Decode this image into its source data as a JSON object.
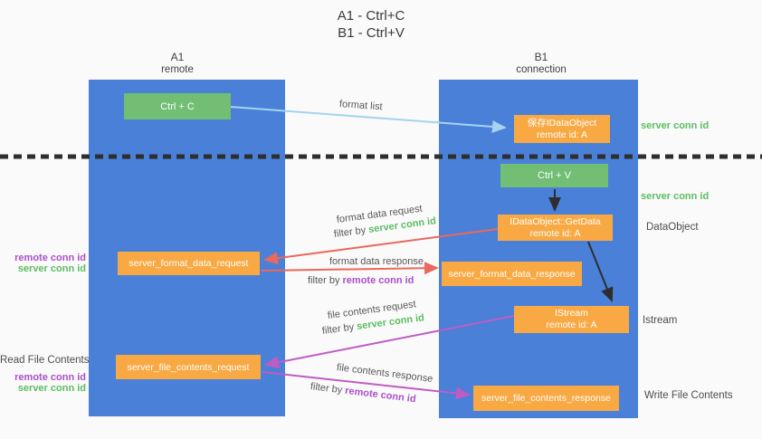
{
  "title": {
    "line1": "A1 - Ctrl+C",
    "line2": "B1 - Ctrl+V"
  },
  "lanes": {
    "left": {
      "name": "A1",
      "subtitle": "remote"
    },
    "right": {
      "name": "B1",
      "subtitle": "connection"
    }
  },
  "nodes": {
    "ctrl_c": "Ctrl + C",
    "ctrl_v": "Ctrl + V",
    "save_dataobject": {
      "line1": "保存IDataObject",
      "line2": "remote id: A"
    },
    "getdata": {
      "line1": "IDataObject::GetData",
      "line2": "remote id: A"
    },
    "istream": {
      "line1": "IStream",
      "line2": "remote id: A"
    },
    "server_format_data_request": "server_format_data_request",
    "server_format_data_response": "server_format_data_response",
    "server_file_contents_request": "server_file_contents_request",
    "server_file_contents_response": "server_file_contents_response"
  },
  "annotations": {
    "server_conn_id": "server conn id",
    "remote_conn_id": "remote conn id",
    "dataobject": "DataObject",
    "istream": "Istream",
    "read_file_contents": "Read File Contents",
    "write_file_contents": "Write File Contents"
  },
  "arrow_labels": {
    "format_list": "format list",
    "format_data_request": "format data request",
    "format_data_response": "format data response",
    "file_contents_request": "file contents request",
    "file_contents_response": "file contents response",
    "filter_by": "filter by"
  },
  "colors": {
    "lane_blue": "#4a80d8",
    "node_green": "#71be74",
    "node_orange": "#f8a943",
    "arrow_lightblue": "#a5d3f0",
    "arrow_red": "#ea685c",
    "arrow_magenta": "#bf5cc4",
    "arrow_black": "#2e2e2e",
    "text_green": "#5bbd62",
    "text_purple": "#ab4fc8",
    "text_gray": "#595959"
  }
}
